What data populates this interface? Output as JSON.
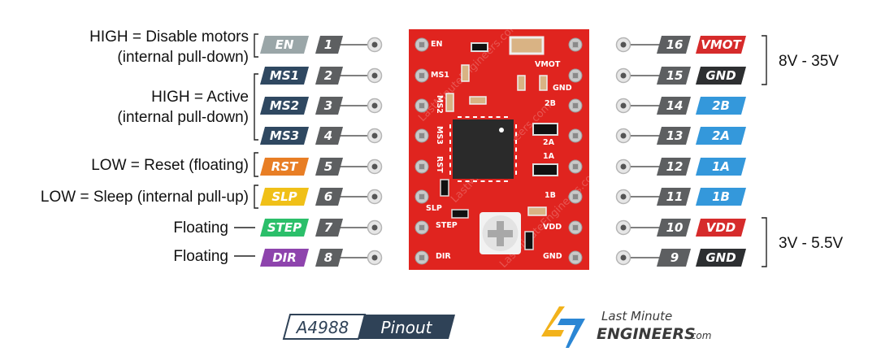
{
  "title": {
    "chip": "A4988",
    "word": "Pinout"
  },
  "logo": {
    "line1": "Last Minute",
    "line2": "ENGINEERS",
    "suffix": ".com",
    "colors": {
      "bolt_left": "#f2b21b",
      "bolt_right": "#2b86d4"
    }
  },
  "colors": {
    "board": "#e0241f",
    "pin_number_box": "#5d5f61",
    "chip": "#2a2a2a",
    "text": "#111111"
  },
  "left_pins": [
    {
      "number": "1",
      "label": "EN",
      "color": "#9aa6a8"
    },
    {
      "number": "2",
      "label": "MS1",
      "color": "#2f4861"
    },
    {
      "number": "3",
      "label": "MS2",
      "color": "#2f4861"
    },
    {
      "number": "4",
      "label": "MS3",
      "color": "#2f4861"
    },
    {
      "number": "5",
      "label": "RST",
      "color": "#e87e25"
    },
    {
      "number": "6",
      "label": "SLP",
      "color": "#f0c018"
    },
    {
      "number": "7",
      "label": "STEP",
      "color": "#2bbf6a"
    },
    {
      "number": "8",
      "label": "DIR",
      "color": "#8e44ad"
    }
  ],
  "right_pins": [
    {
      "number": "16",
      "label": "VMOT",
      "color": "#d62b2b"
    },
    {
      "number": "15",
      "label": "GND",
      "color": "#2d2f31"
    },
    {
      "number": "14",
      "label": "2B",
      "color": "#3498db"
    },
    {
      "number": "13",
      "label": "2A",
      "color": "#3498db"
    },
    {
      "number": "12",
      "label": "1A",
      "color": "#3498db"
    },
    {
      "number": "11",
      "label": "1B",
      "color": "#3498db"
    },
    {
      "number": "10",
      "label": "VDD",
      "color": "#d62b2b"
    },
    {
      "number": "9",
      "label": "GND",
      "color": "#2d2f31"
    }
  ],
  "left_descriptions": [
    {
      "lines": [
        "HIGH = Disable motors",
        "(internal pull-down)"
      ],
      "pins": [
        "EN"
      ]
    },
    {
      "lines": [
        "HIGH = Active",
        "(internal pull-down)"
      ],
      "pins": [
        "MS1",
        "MS2",
        "MS3"
      ]
    },
    {
      "lines": [
        "LOW = Reset (floating)"
      ],
      "pins": [
        "RST"
      ]
    },
    {
      "lines": [
        "LOW = Sleep (internal pull-up)"
      ],
      "pins": [
        "SLP"
      ]
    },
    {
      "lines": [
        "Floating"
      ],
      "pins": [
        "STEP"
      ]
    },
    {
      "lines": [
        "Floating"
      ],
      "pins": [
        "DIR"
      ]
    }
  ],
  "right_descriptions": [
    {
      "text": "8V - 35V",
      "pins": [
        "VMOT",
        "GND"
      ]
    },
    {
      "text": "3V - 5.5V",
      "pins": [
        "VDD",
        "GND"
      ]
    }
  ],
  "board": {
    "left_silkscreen": [
      "EN",
      "MS1",
      "MS2",
      "MS3",
      "RST",
      "SLP",
      "STEP",
      "DIR"
    ],
    "right_silkscreen": [
      "VMOT",
      "GND",
      "2B",
      "2A",
      "1A",
      "1B",
      "VDD",
      "GND"
    ],
    "watermark": "LastMinuteEngineers.com"
  }
}
